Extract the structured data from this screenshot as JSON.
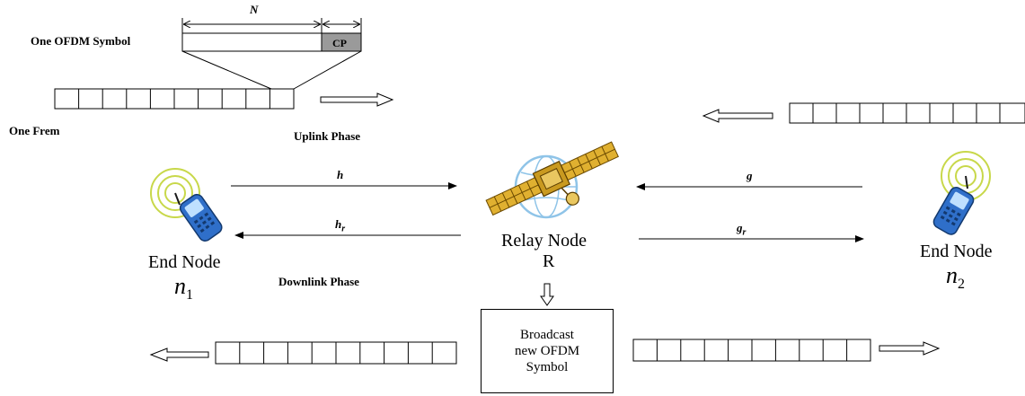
{
  "ofdm": {
    "symbol_label": "One OFDM Symbol",
    "n_label": "N",
    "cp_label": "CP",
    "frame_label": "One Frem"
  },
  "phases": {
    "uplink": "Uplink Phase",
    "downlink": "Downlink Phase"
  },
  "channels": {
    "h": "h",
    "hr_base": "h",
    "hr_sub": "r",
    "g": "g",
    "gr_base": "g",
    "gr_sub": "r"
  },
  "nodes": {
    "left": {
      "title": "End Node",
      "symbol_base": "n",
      "symbol_sub": "1"
    },
    "relay": {
      "title": "Relay Node",
      "symbol": "R"
    },
    "right": {
      "title": "End Node",
      "symbol_base": "n",
      "symbol_sub": "2"
    }
  },
  "broadcast": {
    "line1": "Broadcast",
    "line2": "new OFDM",
    "line3": "Symbol"
  },
  "colors": {
    "cp_fill": "#9a9a9a",
    "phone_body": "#2f6fc9",
    "phone_screen": "#bfe0ff",
    "signal_ring": "#c8d84a",
    "satellite_panel": "#e0b030",
    "globe": "#8fc4e8"
  }
}
